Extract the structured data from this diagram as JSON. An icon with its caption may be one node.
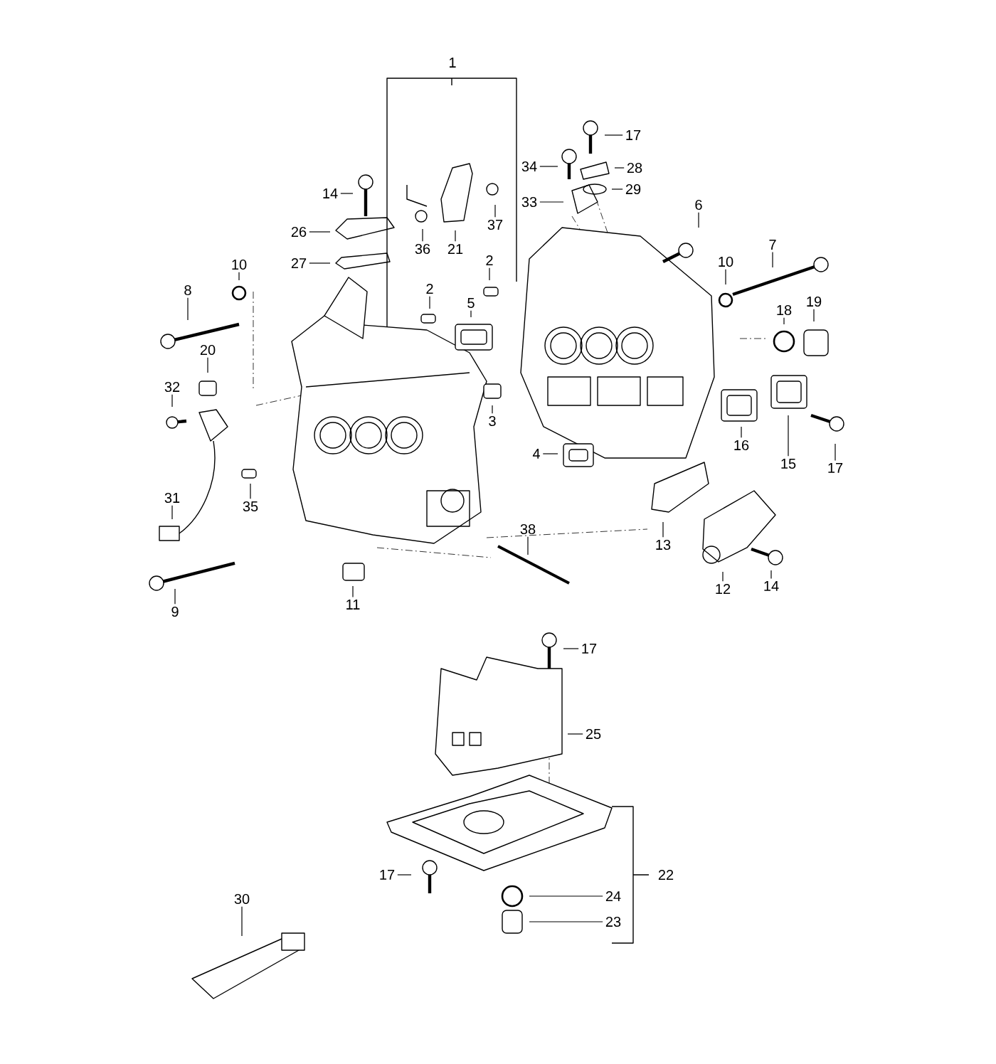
{
  "diagram": {
    "nodes": [
      {
        "text": [
          "17"
        ]
      },
      {
        "text": [
          "34"
        ]
      },
      {
        "text": [
          "28"
        ]
      },
      {
        "text": [
          "29"
        ]
      },
      {
        "text": [
          "14"
        ]
      },
      {
        "text": [
          "33"
        ]
      },
      {
        "text": [
          "6"
        ]
      },
      {
        "text": [
          "37"
        ]
      },
      {
        "text": [
          "26"
        ]
      },
      {
        "text": [
          "7"
        ]
      },
      {
        "text": [
          "36"
        ]
      },
      {
        "text": [
          "21"
        ]
      },
      {
        "text": [
          "10"
        ]
      },
      {
        "text": [
          "2"
        ]
      },
      {
        "text": [
          "10"
        ]
      },
      {
        "text": [
          "27"
        ]
      },
      {
        "text": [
          "8"
        ]
      },
      {
        "text": [
          "5"
        ]
      },
      {
        "text": [
          "2"
        ]
      },
      {
        "text": [
          "18"
        ]
      },
      {
        "text": [
          "19"
        ]
      },
      {
        "text": [
          "20"
        ]
      },
      {
        "text": [
          "3"
        ]
      },
      {
        "text": [
          "32"
        ]
      },
      {
        "text": [
          "16"
        ]
      },
      {
        "text": [
          "4"
        ]
      },
      {
        "text": [
          "15"
        ]
      },
      {
        "text": [
          "17"
        ]
      },
      {
        "text": [
          "31"
        ]
      },
      {
        "text": [
          "35"
        ]
      },
      {
        "text": [
          "38"
        ]
      },
      {
        "text": [
          "13"
        ]
      },
      {
        "text": [
          "12"
        ]
      },
      {
        "text": [
          "14"
        ]
      },
      {
        "text": [
          "11"
        ]
      },
      {
        "text": [
          "9"
        ]
      },
      {
        "text": [
          "17"
        ]
      },
      {
        "text": [
          "25"
        ]
      },
      {
        "text": [
          "17"
        ]
      },
      {
        "text": [
          "24"
        ]
      },
      {
        "text": [
          "30"
        ]
      },
      {
        "text": [
          "23"
        ]
      }
    ],
    "edges": [
      {
        "from": 0,
        "to": null,
        "arrow": "none"
      },
      {
        "from": 1,
        "to": null,
        "arrow": "none"
      },
      {
        "from": 2,
        "to": null,
        "arrow": "none"
      },
      {
        "from": 3,
        "to": null,
        "arrow": "none"
      },
      {
        "from": 4,
        "to": null,
        "arrow": "none"
      },
      {
        "from": 5,
        "to": null,
        "arrow": "none"
      },
      {
        "from": 6,
        "to": null,
        "arrow": "none"
      },
      {
        "from": 7,
        "to": null,
        "arrow": "none"
      },
      {
        "from": 8,
        "to": null,
        "arrow": "none"
      },
      {
        "from": 9,
        "to": null,
        "arrow": "none"
      },
      {
        "from": 10,
        "to": null,
        "arrow": "none"
      },
      {
        "from": 11,
        "to": null,
        "arrow": "none"
      },
      {
        "from": 12,
        "to": null,
        "arrow": "none"
      },
      {
        "from": 13,
        "to": null,
        "arrow": "none"
      },
      {
        "from": 14,
        "to": null,
        "arrow": "none"
      },
      {
        "from": 15,
        "to": null,
        "arrow": "none"
      },
      {
        "from": 16,
        "to": null,
        "arrow": "none"
      },
      {
        "from": 17,
        "to": null,
        "arrow": "none"
      },
      {
        "from": 18,
        "to": null,
        "arrow": "none"
      },
      {
        "from": 19,
        "to": null,
        "arrow": "none"
      },
      {
        "from": 20,
        "to": null,
        "arrow": "none"
      },
      {
        "from": 21,
        "to": null,
        "arrow": "none"
      },
      {
        "from": 22,
        "to": null,
        "arrow": "none"
      },
      {
        "from": 23,
        "to": null,
        "arrow": "none"
      },
      {
        "from": 24,
        "to": null,
        "arrow": "none"
      },
      {
        "from": 25,
        "to": null,
        "arrow": "none"
      },
      {
        "from": 26,
        "to": null,
        "arrow": "none"
      },
      {
        "from": 27,
        "to": null,
        "arrow": "none"
      },
      {
        "from": 28,
        "to": null,
        "arrow": "none"
      },
      {
        "from": 29,
        "to": null,
        "arrow": "none"
      },
      {
        "from": 30,
        "to": null,
        "arrow": "none"
      },
      {
        "from": 31,
        "to": null,
        "arrow": "none"
      },
      {
        "from": 32,
        "to": null,
        "arrow": "none"
      },
      {
        "from": 33,
        "to": null,
        "arrow": "none"
      },
      {
        "from": 34,
        "to": null,
        "arrow": "none"
      },
      {
        "from": 35,
        "to": null,
        "arrow": "none"
      },
      {
        "from": 36,
        "to": null,
        "arrow": "none"
      },
      {
        "from": 37,
        "to": null,
        "arrow": "none"
      },
      {
        "from": 38,
        "to": null,
        "arrow": "none"
      },
      {
        "from": 39,
        "to": null,
        "arrow": "none"
      },
      {
        "from": 40,
        "to": null,
        "arrow": "none"
      },
      {
        "from": 41,
        "to": null,
        "arrow": "none"
      }
    ],
    "labels": [
      "1",
      "22"
    ]
  }
}
